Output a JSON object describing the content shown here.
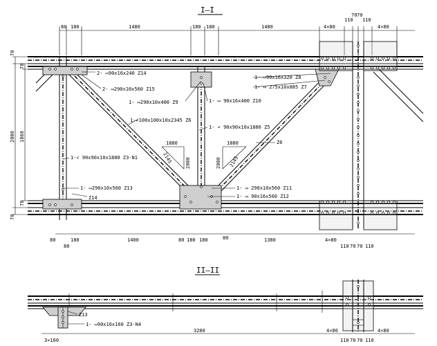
{
  "section1": {
    "title": "I—I"
  },
  "section2": {
    "title": "II—II"
  },
  "dims_top": [
    "80",
    "180",
    "1480",
    "180",
    "180",
    "1480",
    "4×80",
    "110",
    "70",
    "70",
    "110",
    "4×80"
  ],
  "dims_bottom": [
    "80",
    "180",
    "1400",
    "80",
    "180",
    "180",
    "80",
    "1380",
    "4×80",
    "80",
    "110",
    "70",
    "70",
    "110"
  ],
  "dims_left": [
    "70",
    "70",
    "2000",
    "1860",
    "70",
    "70"
  ],
  "labels": {
    "l_z14": "2- ▭90x16x240 Z14",
    "l_z15": "2- ▭290x10x560 Z15",
    "l_z9": "1- ▭290x10x400 Z9",
    "l_z10": "1- ▭ 90x16x400 Z10",
    "l_z8": "1- ▭90x16x320 Z8",
    "l_z7": "1- ▭ 275x10x885 Z7",
    "l_z6": "1-∠100x100x10x2345 Z6",
    "l_z5": "1- ∠ 90x90x10x1880 Z5",
    "l_z3n1": "1-∠ 90x90x10x1880 Z3-N1",
    "l_z13": "1- ▭290x10x560 Z13",
    "l_z14b": "Z14",
    "l_z11": "1- ▭ 290x10x560 Z11",
    "l_z12": "1- ▭ 90x16x560 Z12",
    "l_z6b": "Z6",
    "tri1_h": "1880",
    "tri1_v": "2145",
    "tri1_c": "2000",
    "tri2_h": "1880",
    "tri2_v": "2000",
    "tri2_c": "2145"
  },
  "sec2": {
    "l_z13": "Z13",
    "l_z3n4": "1- ▭90x16x160 Z3-N4",
    "dims": [
      "3×160",
      "3200",
      "110",
      "70",
      "70",
      "110"
    ],
    "dim_4x80": "4×80",
    "dim_470": "4×80"
  }
}
